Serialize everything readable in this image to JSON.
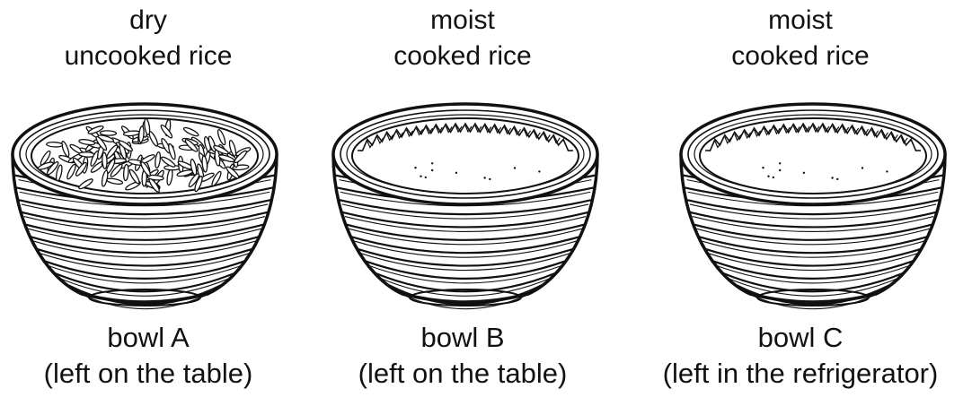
{
  "bowls": [
    {
      "top_line1": "dry",
      "top_line2": "uncooked rice",
      "name": "bowl A",
      "location": "(left on the table)",
      "content": "uncooked-rice"
    },
    {
      "top_line1": "moist",
      "top_line2": "cooked rice",
      "name": "bowl B",
      "location": "(left on the table)",
      "content": "cooked-rice"
    },
    {
      "top_line1": "moist",
      "top_line2": "cooked rice",
      "name": "bowl C",
      "location": "(left in the refrigerator)",
      "content": "cooked-rice"
    }
  ],
  "colors": {
    "ink": "#111111",
    "background": "#ffffff"
  }
}
